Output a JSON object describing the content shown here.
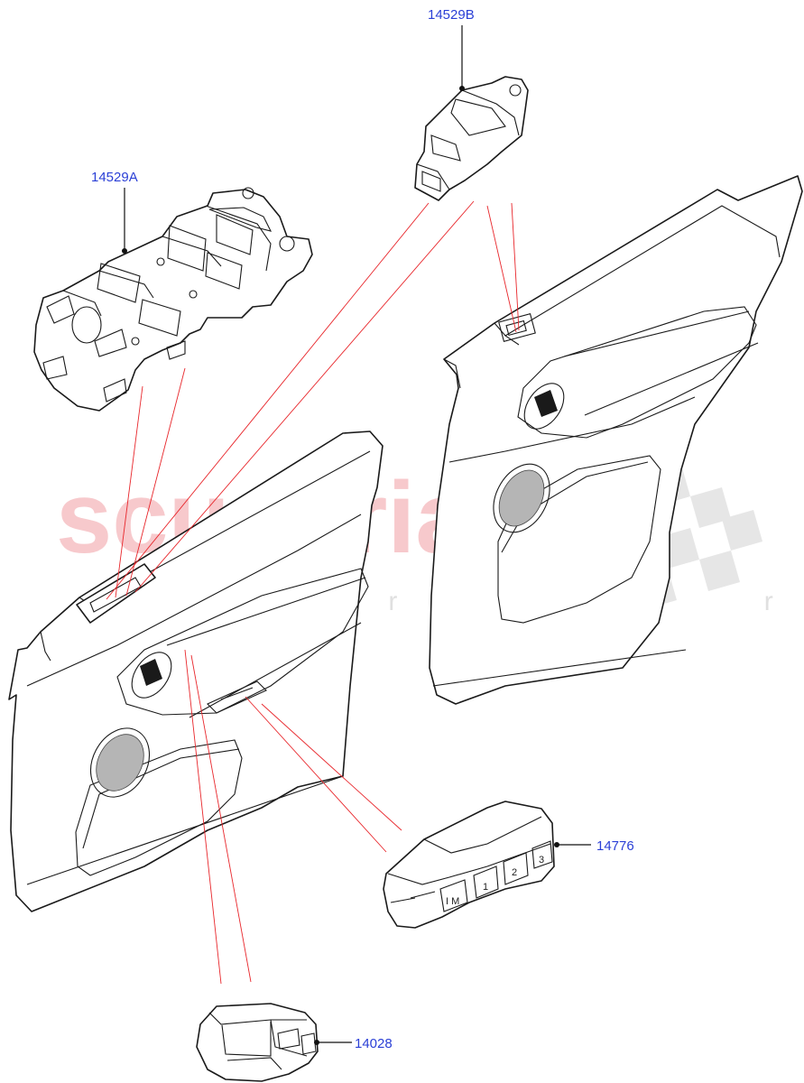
{
  "watermark": {
    "brand": "scuderia",
    "sub": "c a r p a r t s"
  },
  "parts": [
    {
      "id": "p1",
      "label": "14529A"
    },
    {
      "id": "p2",
      "label": "14529B"
    },
    {
      "id": "p3",
      "label": "14776"
    },
    {
      "id": "p4",
      "label": "14028"
    }
  ],
  "colors": {
    "label": "#2a3fd6",
    "leader": "#e8262b",
    "line": "#1a1a1a",
    "watermark": "#f7c9cc"
  }
}
